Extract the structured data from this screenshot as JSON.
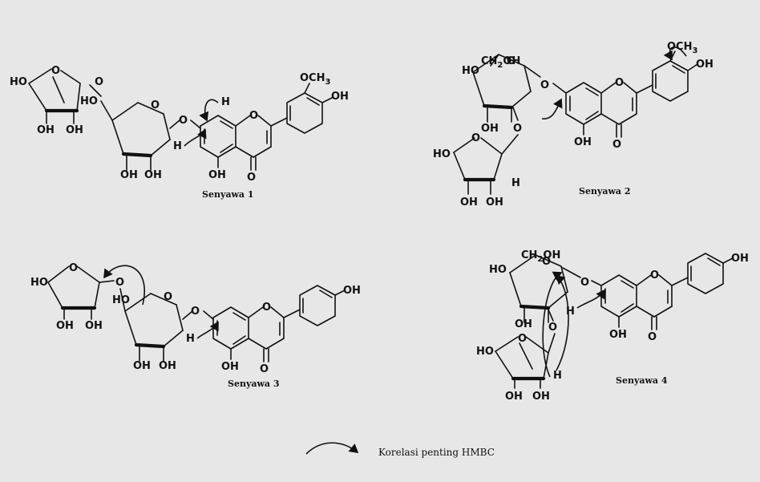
{
  "compounds": {
    "c1": {
      "caption": "Senyawa 1"
    },
    "c2": {
      "caption": "Senyawa 2"
    },
    "c3": {
      "caption": "Senyawa 3"
    },
    "c4": {
      "caption": "Senyawa 4"
    }
  },
  "legend": {
    "label": "Korelasi penting HMBC"
  },
  "atoms": {
    "oh": "OH",
    "ho": "HO",
    "o": "O",
    "h": "H",
    "och3": "OCH",
    "three": "3",
    "ch2oh_ch": "CH",
    "ch2oh_2": "2",
    "ch2oh_oh": "OH"
  },
  "colors": {
    "background": "#e7e7e7",
    "ink": "#111111"
  }
}
